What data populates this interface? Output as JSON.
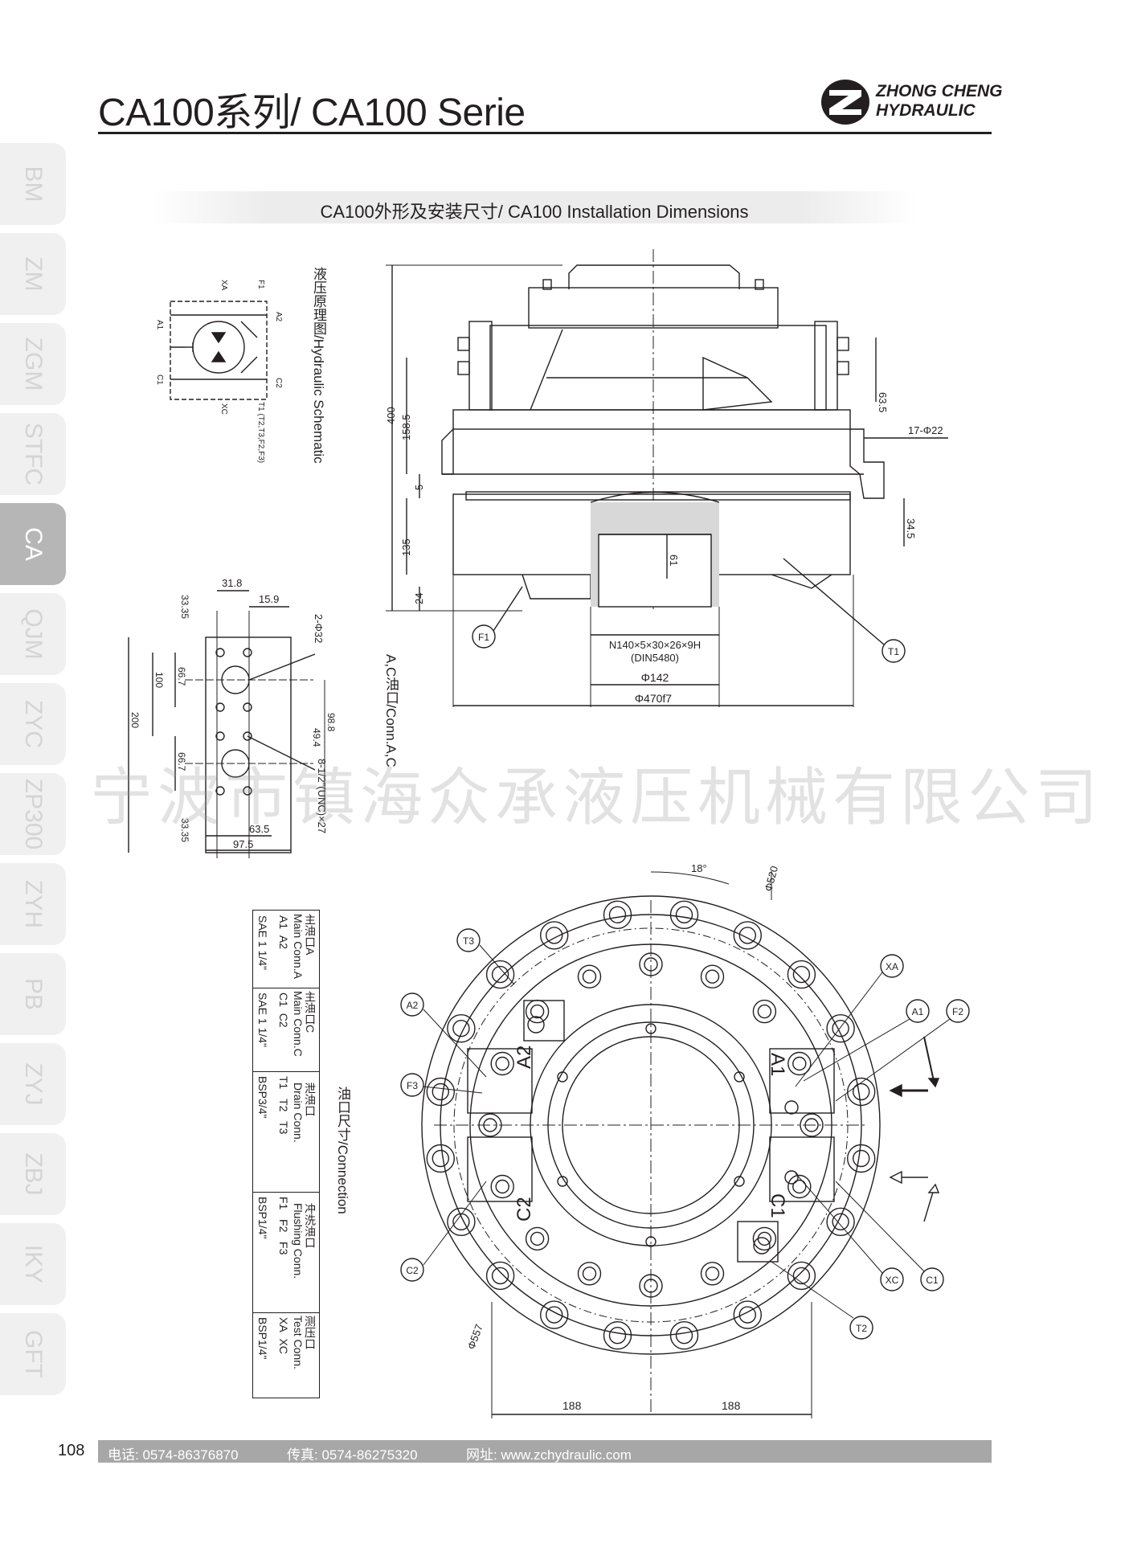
{
  "header": {
    "title": "CA100系列/ CA100 Serie",
    "logo_line1": "ZHONG CHENG",
    "logo_line2": "HYDRAULIC"
  },
  "subtitle": "CA100外形及安装尺寸/ CA100 Installation Dimensions",
  "side_tabs": [
    "BM",
    "ZM",
    "ZGM",
    "STFC",
    "CA",
    "QJM",
    "ZYC",
    "ZP300",
    "ZYH",
    "PB",
    "ZYJ",
    "ZBJ",
    "IKY",
    "GFT"
  ],
  "active_tab": "CA",
  "watermark": "宁波市镇海众承液压机械有限公司",
  "captions": {
    "hydraulic_schematic": "液压原理图/Hydraulic Schematic",
    "conn_ac": "A,C油口/Conn.A,C",
    "connection": "油口尺寸/Connection"
  },
  "schematic_labels": [
    "A1",
    "A2",
    "C1",
    "C2",
    "XA",
    "XC",
    "F1",
    "T1 (T2,T3,F2,F3)"
  ],
  "side_view": {
    "dims": [
      "400",
      "158.5",
      "5",
      "135",
      "24",
      "63.5",
      "17-Φ22",
      "34.5",
      "61"
    ],
    "spline": "N140×5×30×26×9H",
    "spline_std": "(DIN5480)",
    "dia_142": "Φ142",
    "dia_470": "Φ470f7",
    "callout_f1": "F1",
    "callout_t1": "T1"
  },
  "port_block": {
    "dims": [
      "31.8",
      "15.9",
      "33.35",
      "66.7",
      "100",
      "200",
      "66.7",
      "33.35",
      "63.5",
      "97.5",
      "98.8",
      "49.4"
    ],
    "holes": "2-Φ32",
    "threads": "8-1/2\"(UNC)×27"
  },
  "front_view": {
    "angle": "18°",
    "dia_520": "Φ520",
    "dia_557": "Φ557",
    "dim_left": "188",
    "dim_right": "188",
    "port_labels": [
      "A1",
      "A2",
      "C1",
      "C2"
    ],
    "callouts": [
      "T3",
      "A2",
      "F3",
      "C2",
      "XA",
      "A1",
      "F2",
      "XC",
      "C1",
      "T2"
    ]
  },
  "connection_table": {
    "groups": [
      {
        "title_cn": "主油口A",
        "title_en": "Main Conn.A",
        "codes": [
          "A1",
          "A2"
        ],
        "size": "SAE 1 1/4\""
      },
      {
        "title_cn": "主油口C",
        "title_en": "Main Conn.C",
        "codes": [
          "C1",
          "C2"
        ],
        "size": "SAE 1 1/4\""
      },
      {
        "title_cn": "泄油口",
        "title_en": "Drain Conn.",
        "codes": [
          "T1",
          "T2",
          "T3"
        ],
        "size": "BSP3/4\""
      },
      {
        "title_cn": "冲洗油口",
        "title_en": "Flushing Conn.",
        "codes": [
          "F1",
          "F2",
          "F3"
        ],
        "size": "BSP1/4\""
      },
      {
        "title_cn": "测压口",
        "title_en": "Test Conn.",
        "codes": [
          "XA",
          "XC"
        ],
        "size": "BSP1/4\""
      }
    ]
  },
  "footer": {
    "page_number": "108",
    "phone": "电话: 0574-86376870",
    "fax": "传真: 0574-86275320",
    "website": "网址: www.zchydraulic.com"
  }
}
